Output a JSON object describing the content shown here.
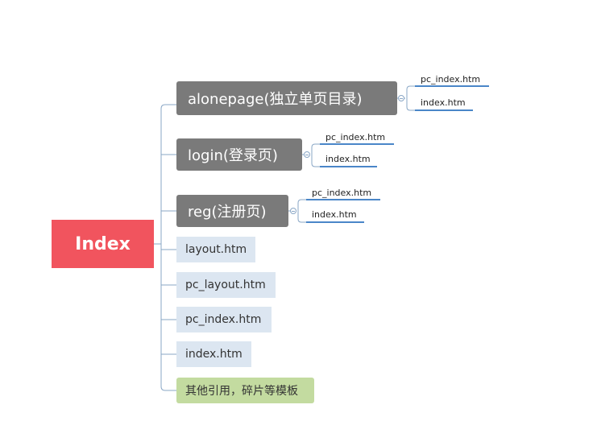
{
  "mindmap": {
    "root": {
      "label": "Index",
      "color": "#f1545e"
    },
    "branches": [
      {
        "label": "alonepage(独立单页目录)",
        "style": "folder",
        "children": [
          "pc_index.htm",
          "index.htm"
        ]
      },
      {
        "label": "login(登录页)",
        "style": "folder",
        "children": [
          "pc_index.htm",
          "index.htm"
        ]
      },
      {
        "label": "reg(注册页)",
        "style": "folder",
        "children": [
          "pc_index.htm",
          "index.htm"
        ]
      },
      {
        "label": "layout.htm",
        "style": "file"
      },
      {
        "label": "pc_layout.htm",
        "style": "file"
      },
      {
        "label": "pc_index.htm",
        "style": "file"
      },
      {
        "label": "index.htm",
        "style": "file"
      },
      {
        "label": "其他引用，碎片等模板",
        "style": "other"
      }
    ]
  },
  "colors": {
    "folder_bg": "#7a7a7a",
    "file_bg": "#dce6f1",
    "other_bg": "#c3dba0",
    "connector": "#8aa7c6",
    "leaf_underline": "#4a86c8"
  },
  "icons": [
    "collapse-toggle-icon"
  ]
}
